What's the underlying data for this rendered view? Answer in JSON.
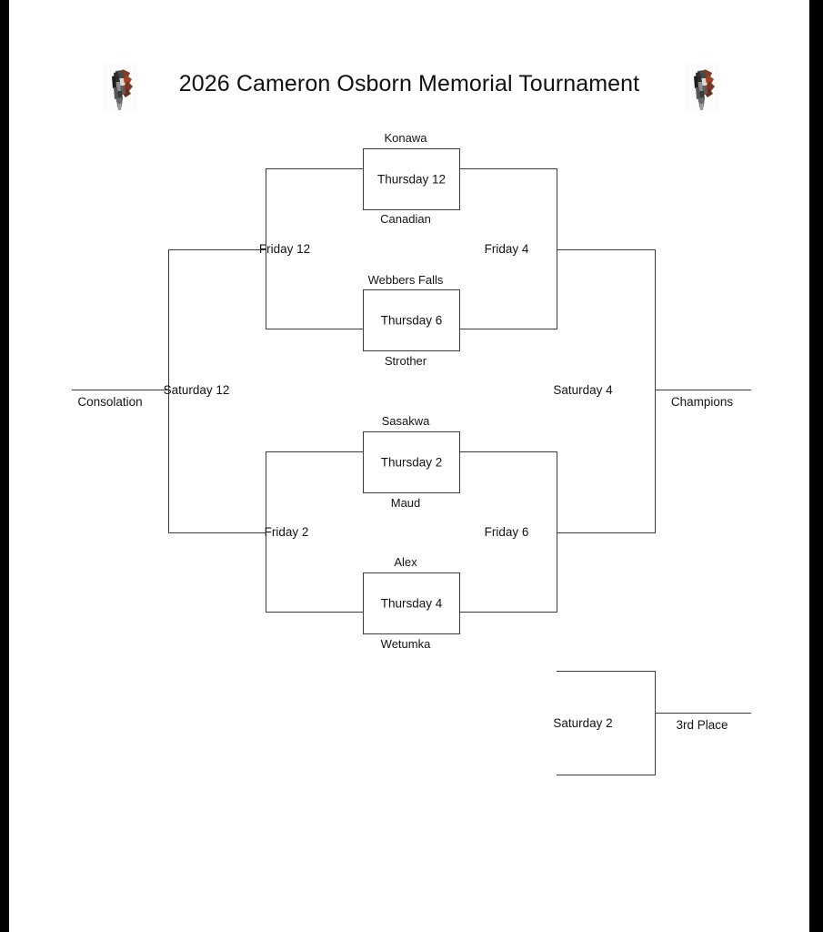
{
  "page": {
    "title": "2026 Cameron Osborn Memorial Tournament",
    "logo_left_name": "tournament-logo-left",
    "logo_right_name": "tournament-logo-right",
    "line_color": "#3b3b3b",
    "edge_bar_color": "#000000",
    "background": "#ffffff"
  },
  "bracket": {
    "round1": [
      {
        "top_team": "Konawa",
        "slot_label": "Thursday 12",
        "bottom_team": "Canadian"
      },
      {
        "top_team": "Webbers Falls",
        "slot_label": "Thursday 6",
        "bottom_team": "Strother"
      },
      {
        "top_team": "Sasakwa",
        "slot_label": "Thursday 2",
        "bottom_team": "Maud"
      },
      {
        "top_team": "Alex",
        "slot_label": "Thursday 4",
        "bottom_team": "Wetumka"
      }
    ],
    "round2": [
      {
        "label": "Friday 12",
        "side": "left",
        "half": "top"
      },
      {
        "label": "Friday 4",
        "side": "right",
        "half": "top"
      },
      {
        "label": "Friday 2",
        "side": "left",
        "half": "bottom"
      },
      {
        "label": "Friday 6",
        "side": "right",
        "half": "bottom"
      }
    ],
    "round3": [
      {
        "label": "Saturday 12",
        "side": "left"
      },
      {
        "label": "Saturday 4",
        "side": "right"
      }
    ],
    "outcomes": {
      "consolation": "Consolation",
      "champions": "Champions"
    },
    "third_place": {
      "slot_label": "Saturday 2",
      "outcome_label": "3rd Place"
    }
  }
}
